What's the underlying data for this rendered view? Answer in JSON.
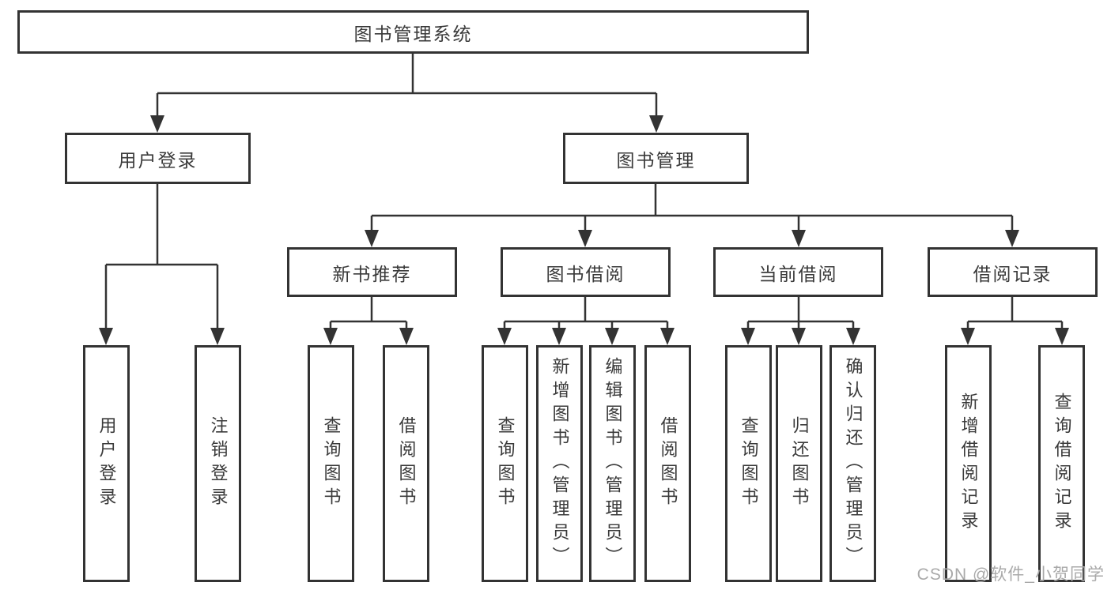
{
  "tree": {
    "label": "图书管理系统",
    "children": [
      {
        "label": "用户登录",
        "children": [
          {
            "label": "用户登录"
          },
          {
            "label": "注销登录"
          }
        ]
      },
      {
        "label": "图书管理",
        "children": [
          {
            "label": "新书推荐",
            "children": [
              {
                "label": "查询图书"
              },
              {
                "label": "借阅图书"
              }
            ]
          },
          {
            "label": "图书借阅",
            "children": [
              {
                "label": "查询图书"
              },
              {
                "label": "新增图书（管理员）"
              },
              {
                "label": "编辑图书（管理员）"
              },
              {
                "label": "借阅图书"
              }
            ]
          },
          {
            "label": "当前借阅",
            "children": [
              {
                "label": "查询图书"
              },
              {
                "label": "归还图书"
              },
              {
                "label": "确认归还（管理员）"
              }
            ]
          },
          {
            "label": "借阅记录",
            "children": [
              {
                "label": "新增借阅记录"
              },
              {
                "label": "查询借阅记录"
              }
            ]
          }
        ]
      }
    ]
  },
  "watermark": "CSDN @软件_小贺同学",
  "colors": {
    "line": "#333333",
    "text": "#3a3a3a",
    "watermark": "#a9a9a9",
    "bg": "#ffffff"
  }
}
